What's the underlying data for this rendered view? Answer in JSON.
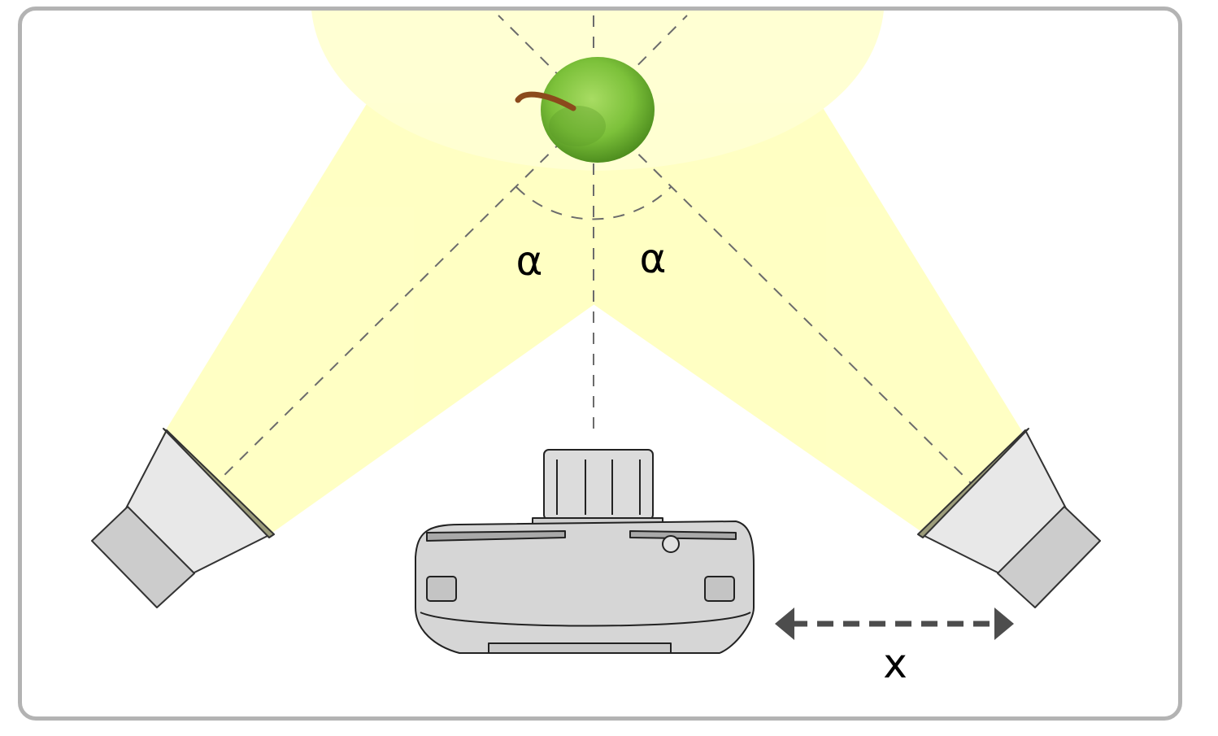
{
  "diagram": {
    "labels": {
      "angle_left": "α",
      "angle_right": "α",
      "distance": "x"
    },
    "colors": {
      "light_beam": "#ffffb0",
      "beam_overlap": "#ffff80",
      "apple": "#7cc13a",
      "stem": "#8b4a1c",
      "frame_border": "#b3b3b3",
      "guide_lines": "#6b6b6b",
      "arrow": "#4d4d4d",
      "lamp_body": "#e6e6e6",
      "lamp_cap": "#cccccc",
      "camera_body": "#d9d9d9"
    },
    "icons": [
      "apple-icon",
      "camera-icon",
      "lamp-icon",
      "double-arrow-icon"
    ]
  }
}
